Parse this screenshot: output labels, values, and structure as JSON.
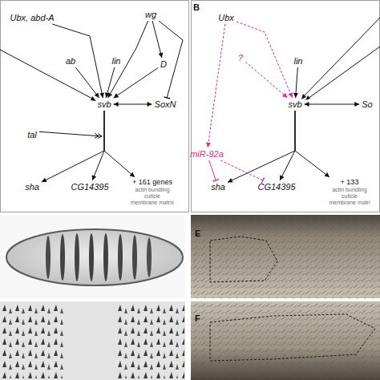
{
  "diagram": {
    "nodes": [
      {
        "text": [
          "Ubx, abd-A"
        ]
      },
      {
        "text": [
          "wg"
        ]
      },
      {
        "text": [
          "ab"
        ]
      },
      {
        "text": [
          "lin"
        ]
      },
      {
        "text": [
          "D"
        ]
      },
      {
        "text": [
          "svb"
        ]
      },
      {
        "text": [
          "SoxN"
        ]
      },
      {
        "text": [
          "tal"
        ]
      },
      {
        "text": [
          "sha"
        ]
      },
      {
        "text": [
          "CG14395"
        ]
      },
      {
        "text": [
          "+ 161 genes",
          "actin bundling",
          "cuticle",
          "membrane matrix"
        ]
      },
      {
        "text": [
          "Ubx"
        ]
      },
      {
        "text": [
          "?"
        ]
      },
      {
        "text": [
          "lin"
        ]
      },
      {
        "text": [
          "svb"
        ]
      },
      {
        "text": [
          "So"
        ]
      },
      {
        "text": [
          "miR-92a"
        ]
      },
      {
        "text": [
          "sha"
        ]
      },
      {
        "text": [
          "CG14395"
        ]
      },
      {
        "text": [
          "+ 133",
          "actin bundling",
          "cuticle",
          "membrane matri"
        ]
      }
    ],
    "edges": [
      {
        "from": 0,
        "to": 5,
        "arrow": "to"
      },
      {
        "from": 1,
        "to": 5,
        "arrow": "to"
      },
      {
        "from": 1,
        "to": 4,
        "arrow": "to"
      },
      {
        "from": 1,
        "to": 6,
        "arrow": "to"
      },
      {
        "from": 2,
        "to": 5,
        "arrow": "to"
      },
      {
        "from": 3,
        "to": 5,
        "arrow": "to"
      },
      {
        "from": 4,
        "to": 5,
        "arrow": "to"
      },
      {
        "from": 5,
        "to": 6,
        "arrow": "both"
      },
      {
        "from": 7,
        "to": 5,
        "arrow": "to"
      },
      {
        "from": 5,
        "to": 8,
        "arrow": "to"
      },
      {
        "from": 5,
        "to": 9,
        "arrow": "to"
      },
      {
        "from": 5,
        "to": 10,
        "arrow": "to"
      },
      {
        "from": 11,
        "to": 14,
        "arrow": "to"
      },
      {
        "from": 11,
        "to": 16,
        "arrow": "to"
      },
      {
        "from": 12,
        "to": 14,
        "arrow": "to"
      },
      {
        "from": 13,
        "to": 14,
        "arrow": "to"
      },
      {
        "from": 14,
        "to": 15,
        "arrow": "both"
      },
      {
        "from": 14,
        "to": 17,
        "arrow": "to"
      },
      {
        "from": 14,
        "to": 18,
        "arrow": "to"
      },
      {
        "from": 14,
        "to": 19,
        "arrow": "to"
      },
      {
        "from": 16,
        "to": 17,
        "arrow": "to"
      },
      {
        "from": 16,
        "to": 18,
        "arrow": "to"
      }
    ],
    "labels": [
      "B",
      "E",
      "F"
    ]
  }
}
